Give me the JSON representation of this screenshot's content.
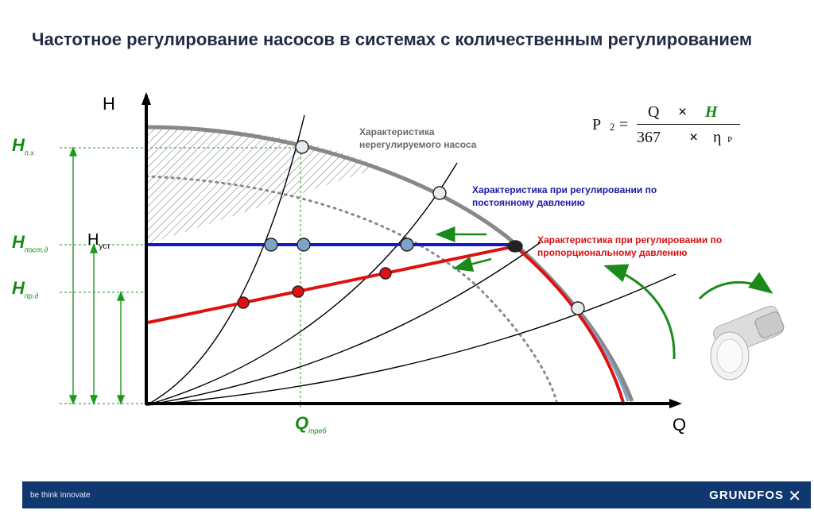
{
  "title": "Частотное регулирование насосов в системах с количественным регулированием",
  "axis": {
    "y": "H",
    "x": "Q"
  },
  "labels": {
    "h_px": {
      "main": "H",
      "sub": "п.х"
    },
    "h_post": {
      "main": "H",
      "sub": "пост.д"
    },
    "h_pr": {
      "main": "H",
      "sub": "пр.д"
    },
    "h_ust": {
      "main": "H",
      "sub": "уст"
    },
    "q_treb": {
      "main": "Q",
      "sub": "треб"
    }
  },
  "notes": {
    "unregulated": [
      "Характеристика",
      "нерегулируемого насоса"
    ],
    "constant": [
      "Характеристика при регулировании по",
      "постоянному давлению"
    ],
    "proportional": [
      "Характеристика при регулировании по",
      "пропорциональному давлению"
    ]
  },
  "formula": {
    "lhs": "P",
    "lhs_sub": "2",
    "eq": "=",
    "num_q": "Q",
    "times1": "×",
    "num_h": "H",
    "den_367": "367",
    "times2": "×",
    "eta": "η",
    "eta_sub": "Р"
  },
  "footer": {
    "slogan": "be think innovate",
    "brand": "GRUNDFOS",
    "brand_icon": "✕"
  },
  "colors": {
    "constant": "#1818c8",
    "proportional": "#e01010",
    "guides": "#1a9a1a",
    "unregulated": "#8c8c8c",
    "footer": "#0f3870",
    "title": "#1f2a44"
  },
  "icons": {
    "thermostat": "thermostatic-valve-icon",
    "rotate_arrow": "rotate-arrow-icon"
  }
}
